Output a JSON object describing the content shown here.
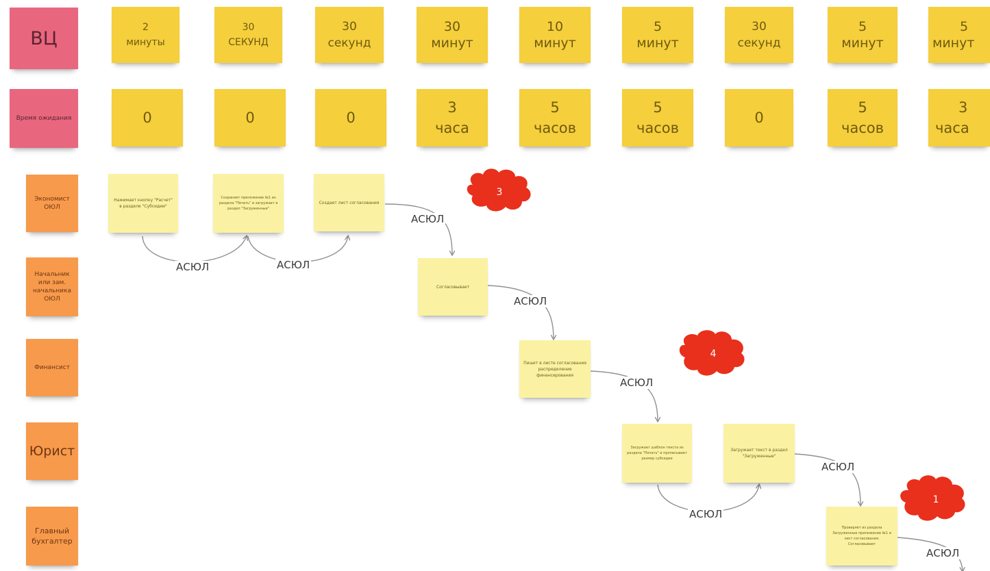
{
  "rows": {
    "vc": "ВЦ",
    "wait": "Время ожидания",
    "economist": "Экономист ОЮЛ",
    "head": "Начальник или зам. начальника ОЮЛ",
    "financier": "Финансист",
    "lawyer": "Юрист",
    "chief_accountant": "Главный бухгалтер"
  },
  "processing_times": [
    {
      "n": "2",
      "u": "минуты"
    },
    {
      "n": "30",
      "u": "СЕКУНД"
    },
    {
      "n": "30",
      "u": "секунд"
    },
    {
      "n": "30",
      "u": "минут"
    },
    {
      "n": "10",
      "u": "минут"
    },
    {
      "n": "5",
      "u": "минут"
    },
    {
      "n": "30",
      "u": "секунд"
    },
    {
      "n": "5",
      "u": "минут"
    },
    {
      "n": "5",
      "u": "минут"
    }
  ],
  "wait_times": [
    {
      "n": "0",
      "u": ""
    },
    {
      "n": "0",
      "u": ""
    },
    {
      "n": "0",
      "u": ""
    },
    {
      "n": "3",
      "u": "часа"
    },
    {
      "n": "5",
      "u": "часов"
    },
    {
      "n": "5",
      "u": "часов"
    },
    {
      "n": "0",
      "u": ""
    },
    {
      "n": "5",
      "u": "часов"
    },
    {
      "n": "3",
      "u": "часа"
    }
  ],
  "tasks": {
    "t1": "Нажимает кнопку \"Расчет\" в разделе \"Субсидии\"",
    "t2": "Сохраняет приложение №1 из раздела \"Печать\" и загружает в раздел \"Загруженные\"",
    "t3": "Создает лист согласования",
    "t4": "Согласовывает",
    "t5": "Пишет в листе согласования распределение финансирования",
    "t6": "Загружает шаблон текста из раздела \"Печать\" и прописывает размер субсидии",
    "t7": "Загружает текст в раздел \"Загруженные\"",
    "t8": "Проверяет из раздела Загруженные приложение №1 и лист согласования. Согласовывает"
  },
  "connector_label": "АСЮЛ",
  "clouds": [
    "3",
    "4",
    "1"
  ],
  "colors": {
    "pink": "#e8677f",
    "orange": "#f79a4c",
    "gold": "#f5cf3c",
    "pale_yellow": "#faf2a2",
    "cloud_red": "#e8301c"
  }
}
